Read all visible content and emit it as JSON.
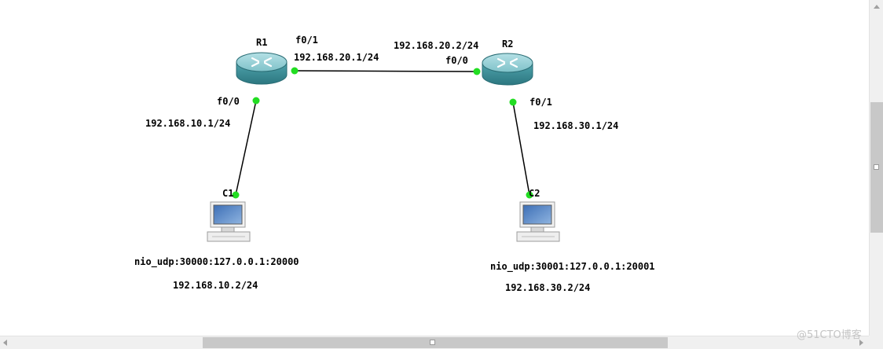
{
  "routers": [
    {
      "name": "R1"
    },
    {
      "name": "R2"
    }
  ],
  "pcs": [
    {
      "name": "C1",
      "nio": "nio_udp:30000:127.0.0.1:20000",
      "ip": "192.168.10.2/24"
    },
    {
      "name": "C2",
      "nio": "nio_udp:30001:127.0.0.1:20001",
      "ip": "192.168.30.2/24"
    }
  ],
  "interfaces": {
    "r1_f01": "f0/1",
    "r1_f01_ip": "192.168.20.1/24",
    "r1_f00": "f0/0",
    "r1_f00_ip": "192.168.10.1/24",
    "r2_f00": "f0/0",
    "r2_f00_ip": "192.168.20.2/24",
    "r2_f01": "f0/1",
    "r2_f01_ip": "192.168.30.1/24"
  },
  "colors": {
    "router_top": "#8fcdd4",
    "router_body": "#3f8f98",
    "port": "#22dd22",
    "link": "#000000"
  },
  "watermark": "@51CTO博客"
}
